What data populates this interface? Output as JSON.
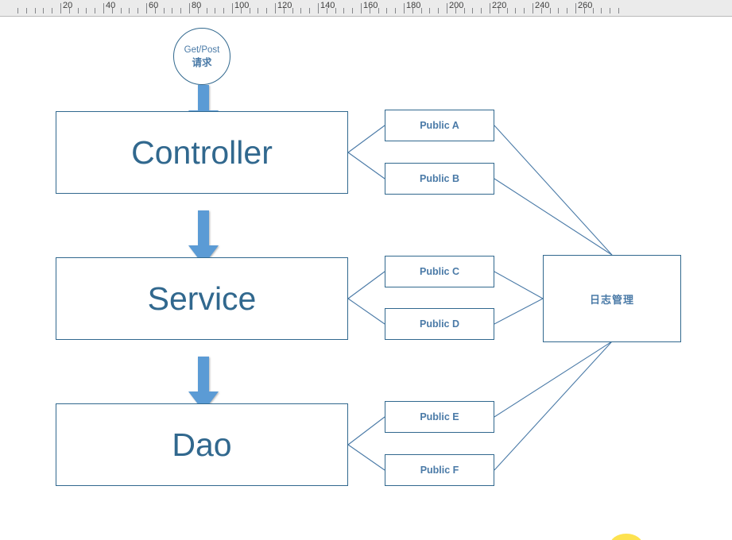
{
  "ruler": {
    "unit_labels": [
      20,
      40,
      60,
      80,
      100,
      120,
      140,
      160,
      180,
      200,
      220,
      240,
      260
    ],
    "orientation": "horizontal"
  },
  "colors": {
    "shape_border": "#31688e",
    "arrow_fill": "#5b9bd5",
    "connector_line": "#4a7aa7",
    "layer_text": "#31688e",
    "small_text": "#4a7aa7",
    "ruler_bg": "#ebebeb",
    "canvas_bg": "#ffffff"
  },
  "diagram": {
    "entry": {
      "line1": "Get/Post",
      "line2": "请求"
    },
    "layers": [
      {
        "id": "controller",
        "label": "Controller"
      },
      {
        "id": "service",
        "label": "Service"
      },
      {
        "id": "dao",
        "label": "Dao"
      }
    ],
    "public_modules": [
      {
        "id": "public-a",
        "label": "Public A"
      },
      {
        "id": "public-b",
        "label": "Public B"
      },
      {
        "id": "public-c",
        "label": "Public C"
      },
      {
        "id": "public-d",
        "label": "Public D"
      },
      {
        "id": "public-e",
        "label": "Public E"
      },
      {
        "id": "public-f",
        "label": "Public F"
      }
    ],
    "log_module": {
      "id": "log-manager",
      "label": "日志管理"
    },
    "flow_arrows": [
      {
        "from": "entry",
        "to": "controller"
      },
      {
        "from": "controller",
        "to": "service"
      },
      {
        "from": "service",
        "to": "dao"
      }
    ]
  },
  "decoration": {
    "sticker": "chick-sticker"
  }
}
